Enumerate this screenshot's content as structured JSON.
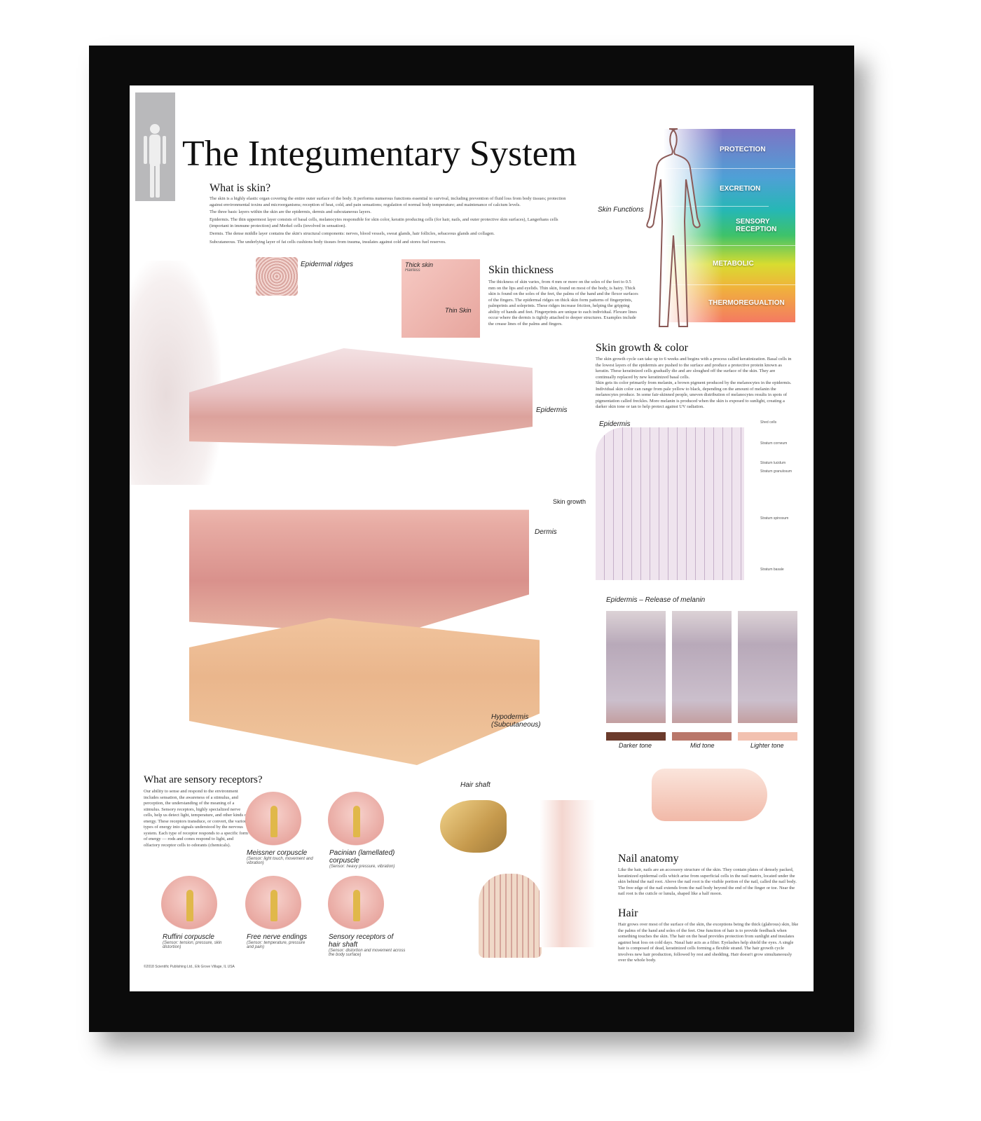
{
  "poster": {
    "title": "The Integumentary System",
    "what_is_skin": {
      "heading": "What is skin?",
      "paragraphs": [
        "The skin is a highly elastic organ covering the entire outer surface of the body. It performs numerous functions essential to survival, including prevention of fluid loss from body tissues; protection against environmental toxins and microorganisms; reception of heat, cold, and pain sensations; regulation of normal body temperature; and maintenance of calcium levels.",
        "The three basic layers within the skin are the epidermis, dermis and subcutaneous layers.",
        "Epidermis. The thin uppermost layer consists of basal cells, melanocytes responsible for skin color, keratin producing cells (for hair, nails, and outer protective skin surfaces), Langerhans cells (important in immune protection) and Merkel cells (involved in sensation).",
        "Dermis. The dense middle layer contains the skin's structural components: nerves, blood vessels, sweat glands, hair follicles, sebaceous glands and collagen.",
        "Subcutaneous. The underlying layer of fat cells cushions body tissues from trauma, insulates against cold and stores fuel reserves."
      ]
    },
    "skin_functions": {
      "label": "Skin Functions",
      "items": [
        "PROTECTION",
        "EXCRETION",
        "SENSORY RECEPTION",
        "METABOLIC",
        "THERMOREGUALTION"
      ]
    },
    "skin_thickness": {
      "heading": "Skin thickness",
      "text": "The thickness of skin varies, from 4 mm or more on the soles of the feet to 0.5 mm on the lips and eyelids. Thin skin, found on most of the body, is hairy. Thick skin is found on the soles of the feet, the palms of the hand and the flexor surfaces of the fingers. The epidermal ridges on thick skin form patterns of fingerprints, palmprints and soleprints. These ridges increase friction, helping the gripping ability of hands and feet. Fingerprints are unique to each individual. Flexure lines occur where the dermis is tightly attached to deeper structures. Examples include the crease lines of the palms and fingers.",
      "thick_skin": "Thick skin",
      "hairless": "Hairless",
      "thin_skin": "Thin Skin",
      "epidermal_ridges": "Epidermal ridges"
    },
    "skin_growth": {
      "heading": "Skin growth & color",
      "paragraphs": [
        "The skin growth cycle can take up to 6 weeks and begins with a process called keratinization. Basal cells in the lowest layers of the epidermis are pushed to the surface and produce a protective protein known as keratin. These keratinized cells gradually die and are sloughed off the surface of the skin. They are continually replaced by new keratinized basal cells.",
        "Skin gets its color primarily from melanin, a brown pigment produced by the melanocytes in the epidermis. Individual skin color can range from pale yellow to black, depending on the amount of melanin the melanocytes produce. In some fair-skinned people, uneven distribution of melanocytes results in spots of pigmentation called freckles. More melanin is produced when the skin is exposed to sunlight, creating a darker skin tone or tan to help protect against UV radiation."
      ],
      "epidermis_label": "Epidermis",
      "skin_growth_label": "Skin growth",
      "strata": [
        "Shed cells",
        "Stratum corneum",
        "Stratum lucidum",
        "Stratum granulosum",
        "Stratum spinosum",
        "Stratum basale"
      ],
      "melanin_title": "Epidermis – Release of melanin",
      "tones": [
        "Darker tone",
        "Mid tone",
        "Lighter tone"
      ],
      "tone_colors": [
        "#6b3b2c",
        "#b9776a",
        "#f2c1b0"
      ]
    },
    "layers": {
      "epidermis": "Epidermis",
      "dermis": "Dermis",
      "hypodermis": "Hypodermis",
      "hypodermis_sub": "(Subcutaneous)"
    },
    "sensory": {
      "heading": "What are sensory receptors?",
      "text": "Our ability to sense and respond to the environment includes sensation, the awareness of a stimulus, and perception, the understanding of the meaning of a stimulus. Sensory receptors, highly specialized nerve cells, help us detect light, temperature, and other kinds of energy. These receptors transduce, or convert, the various types of energy into signals understood by the nervous system. Each type of receptor responds to a specific form of energy — rods and cones respond to light, and olfactory receptor cells to odorants (chemicals).",
      "receptors": [
        {
          "name": "Meissner corpuscle",
          "note": "(Sensor: light touch, movement and vibration)"
        },
        {
          "name": "Pacinian (lamellated) corpuscle",
          "note": "(Sensor: heavy pressure, vibration)"
        },
        {
          "name": "Ruffini corpuscle",
          "note": "(Sensor: tension, pressure, skin distortion)"
        },
        {
          "name": "Free nerve endings",
          "note": "(Sensor: temperature, pressure and pain)"
        },
        {
          "name": "Sensory receptors of hair shaft",
          "note": "(Sensor: distortion and movement across the body surface)"
        }
      ]
    },
    "hair_shaft": "Hair shaft",
    "nail": {
      "heading": "Nail anatomy",
      "text": "Like the hair, nails are an accessory structure of the skin. They contain plates of densely packed, keratinized epidermal cells which arise from superficial cells in the nail matrix, located under the skin behind the nail root. Above the nail root is the visible portion of the nail, called the nail body. The free edge of the nail extends from the nail body beyond the end of the finger or toe. Near the nail root is the cuticle or lunula, shaped like a half moon."
    },
    "hair": {
      "heading": "Hair",
      "text": "Hair grows over most of the surface of the skin, the exceptions being the thick (glabrous) skin, like the palms of the hand and soles of the feet. One function of hair is to provide feedback when something touches the skin. The hair on the head provides protection from sunlight and insulates against heat loss on cold days. Nasal hair acts as a filter. Eyelashes help shield the eyes. A single hair is composed of dead, keratinized cells forming a flexible strand. The hair growth cycle involves new hair production, followed by rest and shedding. Hair doesn't grow simultaneously over the whole body."
    },
    "copyright": "©2018 Scientific Publishing Ltd., Elk Grove Village, IL USA"
  }
}
